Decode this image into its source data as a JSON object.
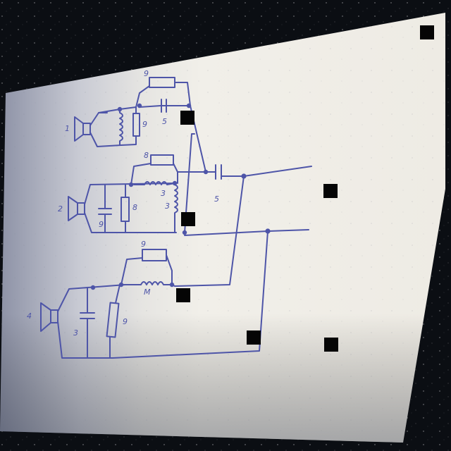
{
  "colors": {
    "background": "#0b0e13",
    "paper_light": "#f1efe9",
    "paper_shadow": "#b9bcc9",
    "ink": "#4e55a8",
    "redaction": "#050505"
  },
  "diagram": {
    "type": "hand-drawn crossover circuit schematic",
    "drivers": [
      "1",
      "2",
      "4"
    ],
    "labels": {
      "r_top": "9",
      "r_branch1": "9",
      "c_top": "5",
      "r_branch2_top": "8",
      "l_branch2_series": "3",
      "l_branch2_shunt": "3",
      "c_branch2_shunt": "9",
      "r_branch2_shunt": "8",
      "c_out": "5",
      "r_branch3_top": "9",
      "l_branch3": "M",
      "c_branch3": "3",
      "r_branch3_shunt": "9"
    },
    "redaction_boxes": 7
  }
}
